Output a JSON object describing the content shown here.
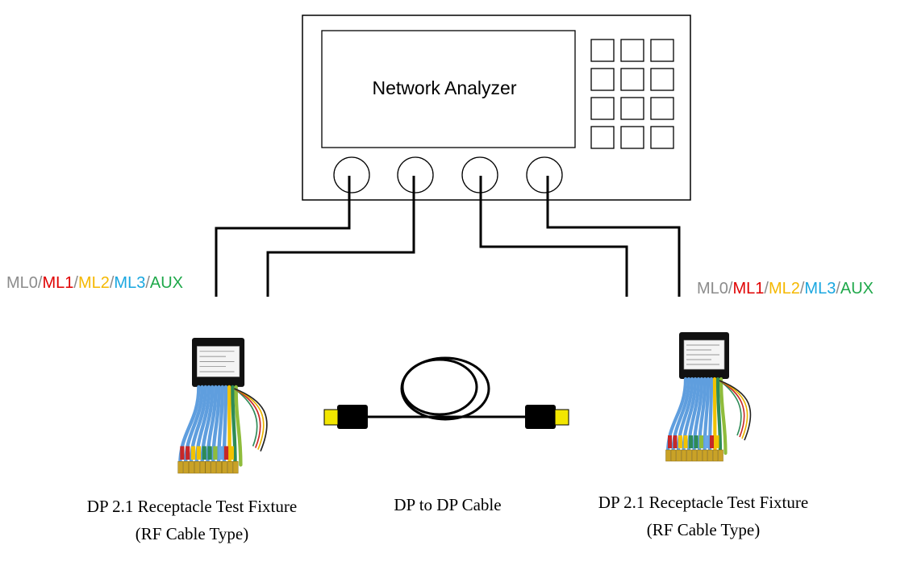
{
  "analyzer": {
    "label": "Network Analyzer",
    "keypad": {
      "rows": 4,
      "cols": 3
    },
    "port_count": 4
  },
  "channel_labels": {
    "separator": "/",
    "items": [
      {
        "text": "ML0",
        "color": "#8c8c8c"
      },
      {
        "text": "ML1",
        "color": "#e00000"
      },
      {
        "text": "ML2",
        "color": "#f5b800"
      },
      {
        "text": "ML3",
        "color": "#1aa7e0"
      },
      {
        "text": "AUX",
        "color": "#1fa84a"
      }
    ],
    "separator_color": "#8c8c8c"
  },
  "fixtures": [
    {
      "line1": "DP 2.1 Receptacle Test Fixture",
      "line2": "(RF Cable Type)"
    },
    {
      "line1": "DP 2.1 Receptacle Test Fixture",
      "line2": "(RF Cable Type)"
    }
  ],
  "cable": {
    "label": "DP to DP Cable",
    "connector_color": "#f2e600"
  },
  "fixture_cable_colors": [
    "#4a90d9",
    "#6aa8e8",
    "#3b7fc4",
    "#c62828",
    "#f2c200",
    "#2e8b57",
    "#8fbc3b"
  ]
}
